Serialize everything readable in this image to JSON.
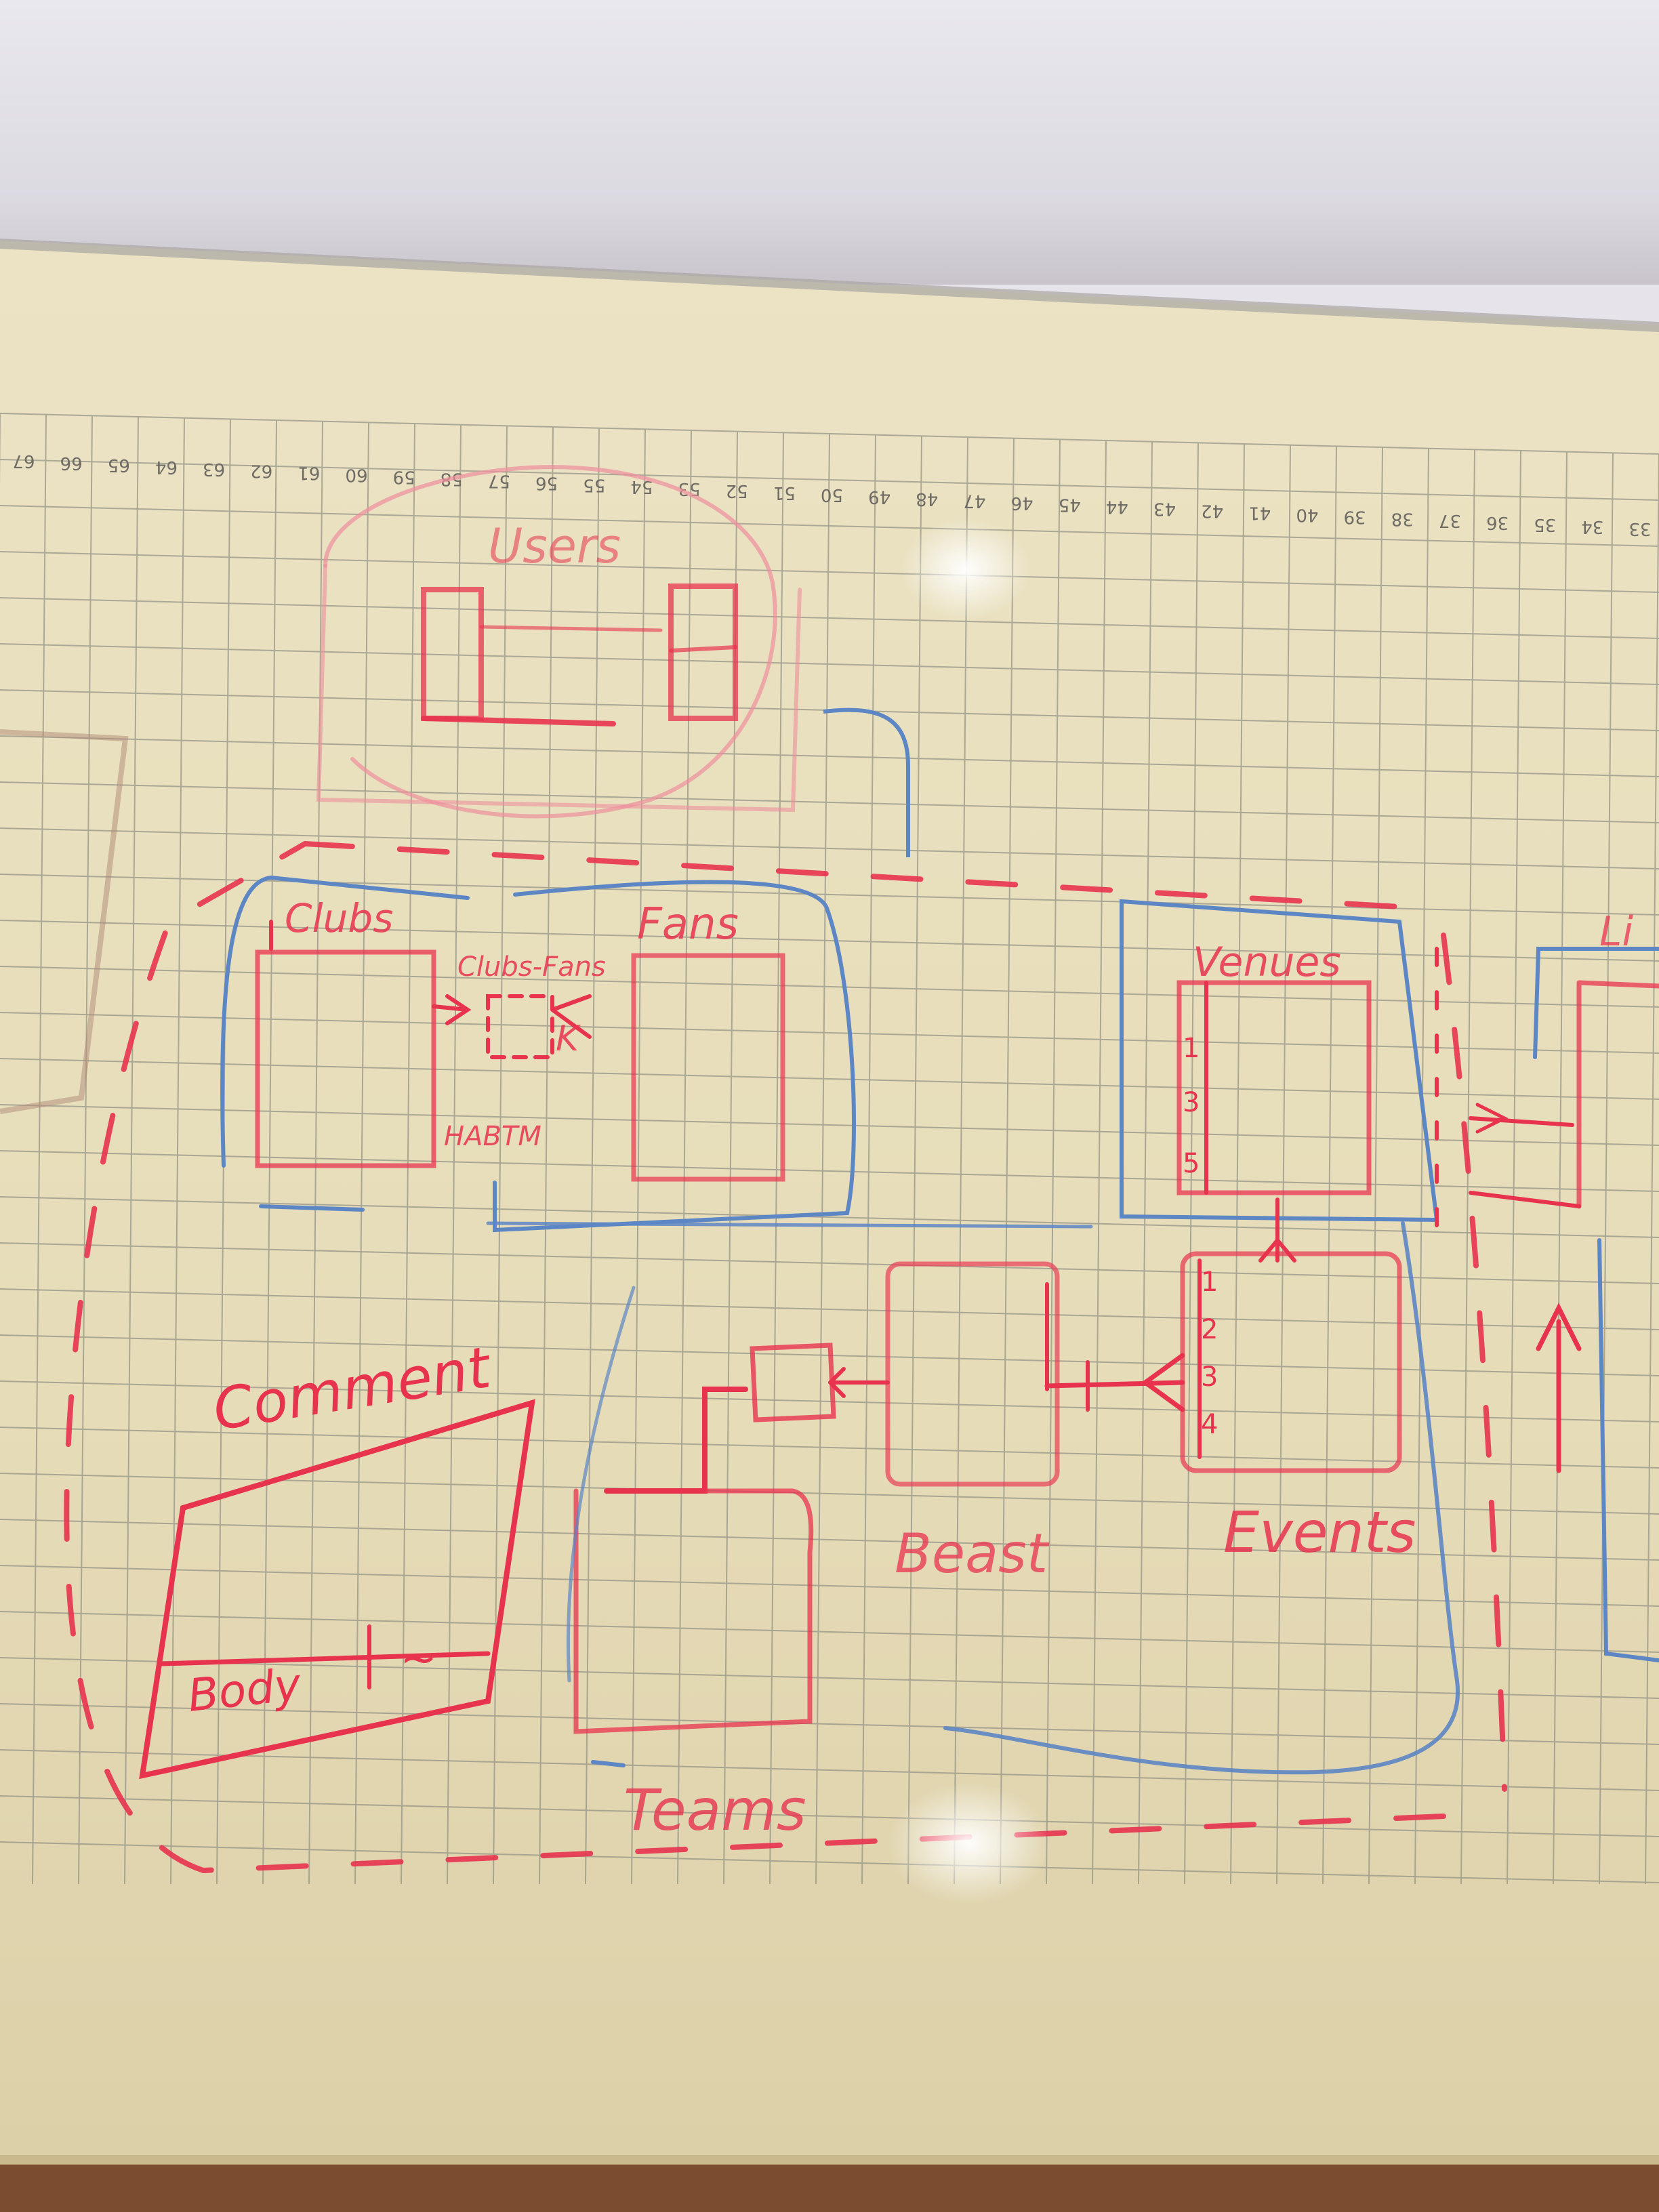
{
  "title": "",
  "ruler": {
    "ticks": [
      "67",
      "66",
      "65",
      "64",
      "63",
      "62",
      "61",
      "60",
      "59",
      "58",
      "57",
      "56",
      "55",
      "54",
      "53",
      "52",
      "51",
      "50",
      "49",
      "48",
      "47",
      "46",
      "45",
      "44",
      "43",
      "42",
      "41",
      "40",
      "39",
      "38",
      "37",
      "36",
      "35",
      "34",
      "33"
    ]
  },
  "colors": {
    "marker_red": "#e8334f",
    "marker_red_faint": "#ee8f9c",
    "marker_blue": "#5d86c4",
    "board": "#e8dfbd",
    "grid": "#8a8a80"
  },
  "groups": {
    "users": {
      "label": "Users"
    },
    "clubs_fans": {
      "clubs": "Clubs",
      "fans": "Fans",
      "join_table": "Clubs-Fans",
      "join_key": "K",
      "join_note": "HABTM"
    },
    "venues": {
      "label": "Venues",
      "column_marks": [
        "1",
        "3",
        "5"
      ]
    },
    "right_partial": {
      "label": "Li"
    },
    "comment": {
      "label": "Comment",
      "field": "Body",
      "field_value": "~"
    },
    "beast": {
      "label": "Beast"
    },
    "events": {
      "label": "Events",
      "column_marks": [
        "1",
        "2",
        "3",
        "4"
      ]
    },
    "teams": {
      "label": "Teams"
    }
  }
}
